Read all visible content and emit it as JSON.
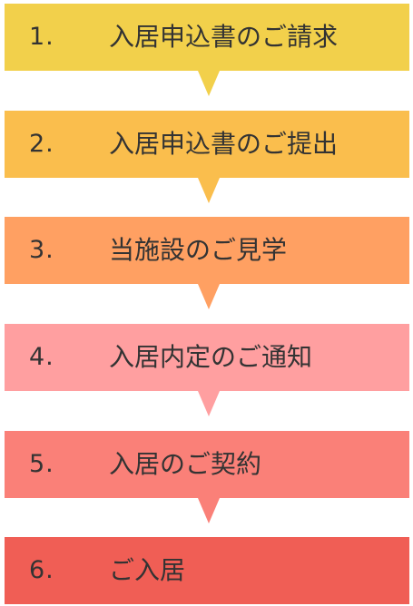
{
  "steps": [
    {
      "number": "1.",
      "label": "入居申込書のご請求",
      "color": "#F2D04B"
    },
    {
      "number": "2.",
      "label": "入居申込書のご提出",
      "color": "#FABE4D"
    },
    {
      "number": "3.",
      "label": "当施設のご見学",
      "color": "#FFA062"
    },
    {
      "number": "4.",
      "label": "入居内定のご通知",
      "color": "#FF9FA0"
    },
    {
      "number": "5.",
      "label": "入居のご契約",
      "color": "#FA8078"
    },
    {
      "number": "6.",
      "label": "ご入居",
      "color": "#F05E55"
    }
  ]
}
